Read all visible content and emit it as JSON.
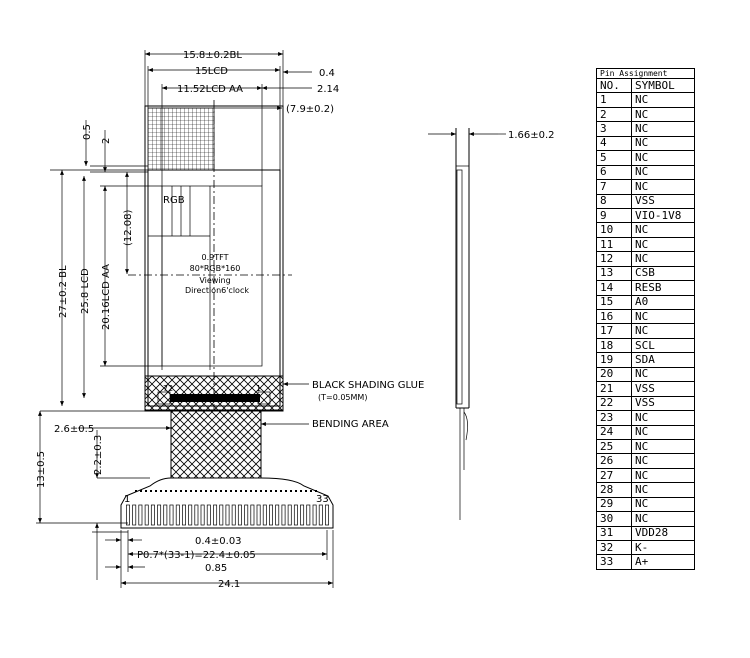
{
  "front_view": {
    "dims": {
      "bl_width": "15.8±0.2BL",
      "lcd_width": "15LCD",
      "aa_width": "11.52LCD  AA",
      "offset_04": "0.4",
      "offset_214": "2.14",
      "offset_79": "(7.9±0.2)",
      "top_05": "0.5",
      "top_2": "2",
      "bl_height": "27±0.2 BL",
      "lcd_height": "25.8 LCD",
      "aa_height": "20.16LCD  AA",
      "aa_offset": "(12.08)",
      "fpc_offset": "2.6±0.5",
      "fpc_height": "13±0.5",
      "fpc_22": "2.2±0.3",
      "pitch_04": "0.4±0.03",
      "pitch_total": "P0.7*(33-1)=22.4±0.05",
      "edge_085": "0.85",
      "total_width": "24.1"
    },
    "center_text": [
      "0.9TFT",
      "80*RGB*160",
      "Viewing",
      "Direction6'clock"
    ],
    "rgb_label": "RGB",
    "pad_labels": {
      "left": "72",
      "right": "1"
    },
    "pin_start": "1",
    "pin_end": "33",
    "callouts": {
      "glue": "BLACK SHADING GLUE",
      "glue_thickness": "(T=0.05MM)",
      "bending": "BENDING AREA"
    }
  },
  "side_view": {
    "thickness": "1.66±0.2"
  },
  "pin_table": {
    "title": "Pin Assignment",
    "headers": [
      "NO.",
      "SYMBOL"
    ],
    "rows": [
      [
        "1",
        "NC"
      ],
      [
        "2",
        "NC"
      ],
      [
        "3",
        "NC"
      ],
      [
        "4",
        "NC"
      ],
      [
        "5",
        "NC"
      ],
      [
        "6",
        "NC"
      ],
      [
        "7",
        "NC"
      ],
      [
        "8",
        "VSS"
      ],
      [
        "9",
        "VIO-1V8"
      ],
      [
        "10",
        "NC"
      ],
      [
        "11",
        "NC"
      ],
      [
        "12",
        "NC"
      ],
      [
        "13",
        "CSB"
      ],
      [
        "14",
        "RESB"
      ],
      [
        "15",
        "A0"
      ],
      [
        "16",
        "NC"
      ],
      [
        "17",
        "NC"
      ],
      [
        "18",
        "SCL"
      ],
      [
        "19",
        "SDA"
      ],
      [
        "20",
        "NC"
      ],
      [
        "21",
        "VSS"
      ],
      [
        "22",
        "VSS"
      ],
      [
        "23",
        "NC"
      ],
      [
        "24",
        "NC"
      ],
      [
        "25",
        "NC"
      ],
      [
        "26",
        "NC"
      ],
      [
        "27",
        "NC"
      ],
      [
        "28",
        "NC"
      ],
      [
        "29",
        "NC"
      ],
      [
        "30",
        "NC"
      ],
      [
        "31",
        "VDD28"
      ],
      [
        "32",
        "K-"
      ],
      [
        "33",
        "A+"
      ]
    ]
  }
}
